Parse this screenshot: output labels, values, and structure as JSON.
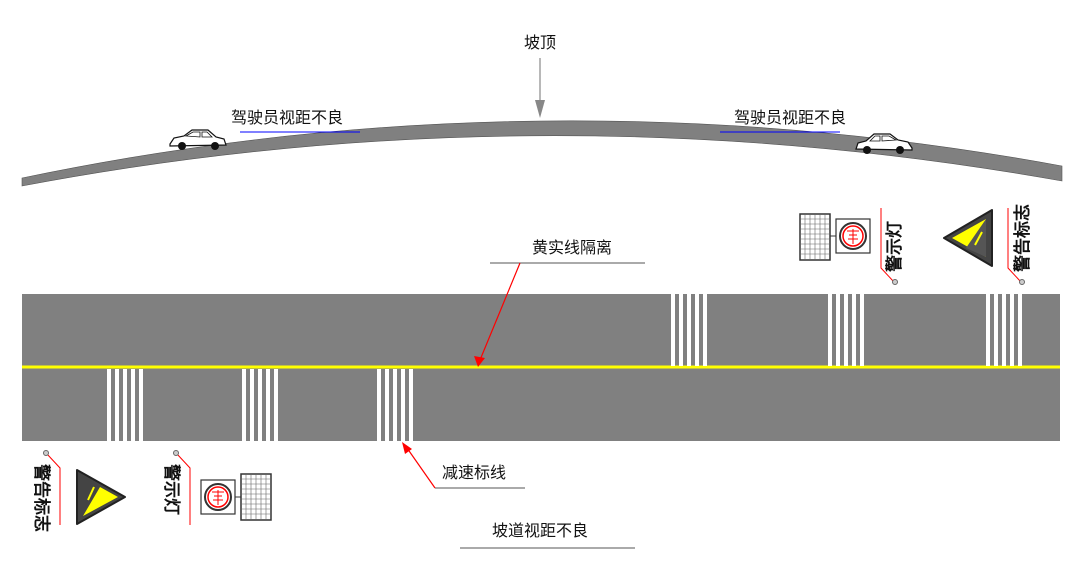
{
  "labels": {
    "crest": "坡顶",
    "poor_sight_left": "驾驶员视距不良",
    "poor_sight_right": "驾驶员视距不良",
    "yellow_line": "黄实线隔离",
    "speed_bump_marking": "减速标线",
    "slope_poor_sight": "坡道视距不良",
    "warning_light_top": "警示灯",
    "warning_sign_top": "警告标志",
    "warning_light_bottom": "警示灯",
    "warning_sign_bottom": "警告标志"
  },
  "colors": {
    "road": "#808080",
    "yellow_line": "#ffff00",
    "leader": "#ff0000",
    "underline_blue": "#0000ff"
  }
}
